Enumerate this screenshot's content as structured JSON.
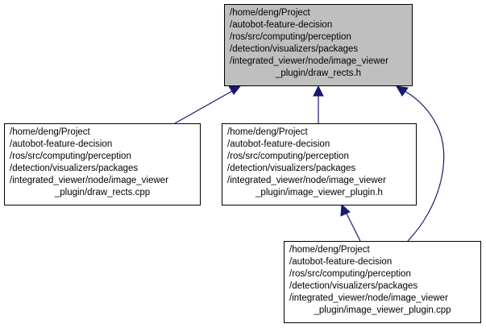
{
  "colors": {
    "edge": "#191970",
    "focus_fill": "#bfbfbf",
    "node_fill": "#ffffff",
    "border": "#000000"
  },
  "nodes": {
    "draw_rects_h": {
      "lines": [
        "/home/deng/Project",
        "/autobot-feature-decision",
        "/ros/src/computing/perception",
        "/detection/visualizers/packages",
        "/integrated_viewer/node/image_viewer",
        "_plugin/draw_rects.h"
      ]
    },
    "draw_rects_cpp": {
      "lines": [
        "/home/deng/Project",
        "/autobot-feature-decision",
        "/ros/src/computing/perception",
        "/detection/visualizers/packages",
        "/integrated_viewer/node/image_viewer",
        "_plugin/draw_rects.cpp"
      ]
    },
    "image_viewer_plugin_h": {
      "lines": [
        "/home/deng/Project",
        "/autobot-feature-decision",
        "/ros/src/computing/perception",
        "/detection/visualizers/packages",
        "/integrated_viewer/node/image_viewer",
        "_plugin/image_viewer_plugin.h"
      ]
    },
    "image_viewer_plugin_cpp": {
      "lines": [
        "/home/deng/Project",
        "/autobot-feature-decision",
        "/ros/src/computing/perception",
        "/detection/visualizers/packages",
        "/integrated_viewer/node/image_viewer",
        "_plugin/image_viewer_plugin.cpp"
      ]
    }
  }
}
